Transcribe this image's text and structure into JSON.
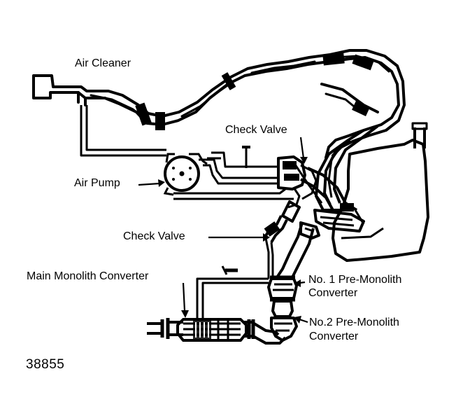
{
  "labels": {
    "air_cleaner": "Air Cleaner",
    "check_valve_upper": "Check Valve",
    "air_pump": "Air Pump",
    "check_valve_lower": "Check Valve",
    "main_converter": "Main Monolith Converter",
    "pre_converter_1_line1": "No. 1  Pre-Monolith",
    "pre_converter_1_line2": "Converter",
    "pre_converter_2_line1": "No.2  Pre-Monolith",
    "pre_converter_2_line2": "Converter"
  },
  "figure_number": "38855",
  "colors": {
    "ink": "#000000",
    "paper": "#ffffff"
  }
}
